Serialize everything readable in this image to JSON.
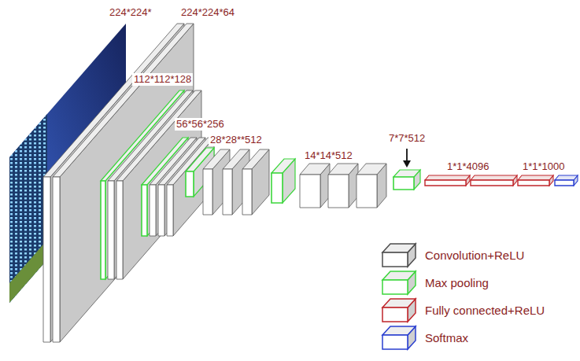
{
  "diagram": {
    "labels": [
      "224*224*",
      "224*224*64",
      "112*112*128",
      "56*56*256",
      "28*28**512",
      "14*14*512",
      "7*7*512",
      "1*1*4096",
      "1*1*1000"
    ],
    "legend": [
      {
        "text": "Convolution+ReLU",
        "color": "#4d4d4d"
      },
      {
        "text": "Max pooling",
        "color": "#3cd63c"
      },
      {
        "text": "Fully connected+ReLU",
        "color": "#c0262b"
      },
      {
        "text": "Softmax",
        "color": "#2a3fd0"
      }
    ]
  }
}
